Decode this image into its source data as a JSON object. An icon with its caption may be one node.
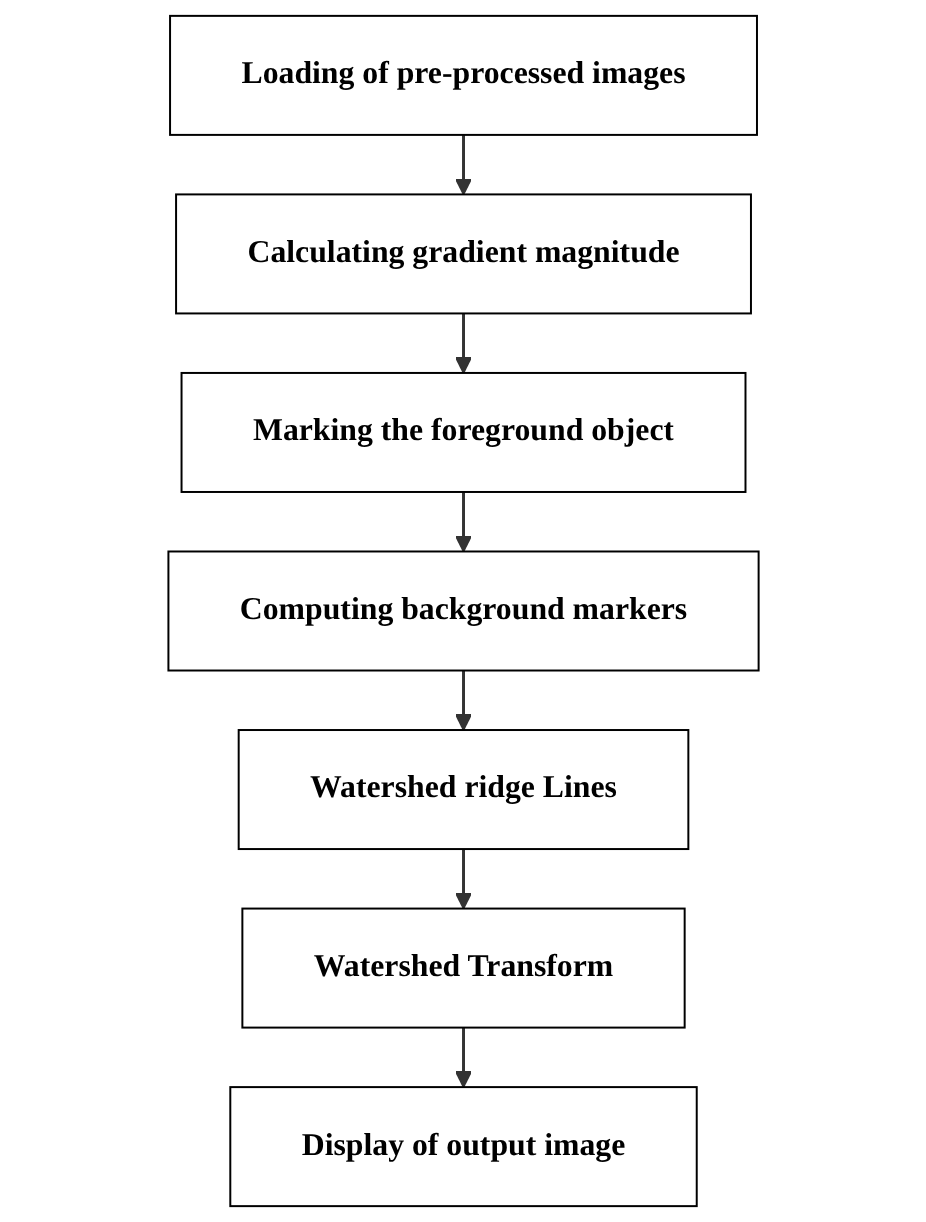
{
  "diagram": {
    "nodes": [
      {
        "text": [
          "Loading of pre-processed images"
        ]
      },
      {
        "text": [
          "Calculating gradient magnitude"
        ]
      },
      {
        "text": [
          "Marking the foreground object"
        ]
      },
      {
        "text": [
          "Computing background markers"
        ]
      },
      {
        "text": [
          "Watershed ridge Lines"
        ]
      },
      {
        "text": [
          "Watershed Transform"
        ]
      },
      {
        "text": [
          "Display of output image"
        ]
      }
    ],
    "edges": [
      {
        "from": 0,
        "to": 1,
        "arrow": "to"
      },
      {
        "from": 1,
        "to": 2,
        "arrow": "to"
      },
      {
        "from": 2,
        "to": 3,
        "arrow": "to"
      },
      {
        "from": 3,
        "to": 4,
        "arrow": "to"
      },
      {
        "from": 4,
        "to": 5,
        "arrow": "to"
      },
      {
        "from": 5,
        "to": 6,
        "arrow": "to"
      }
    ]
  }
}
